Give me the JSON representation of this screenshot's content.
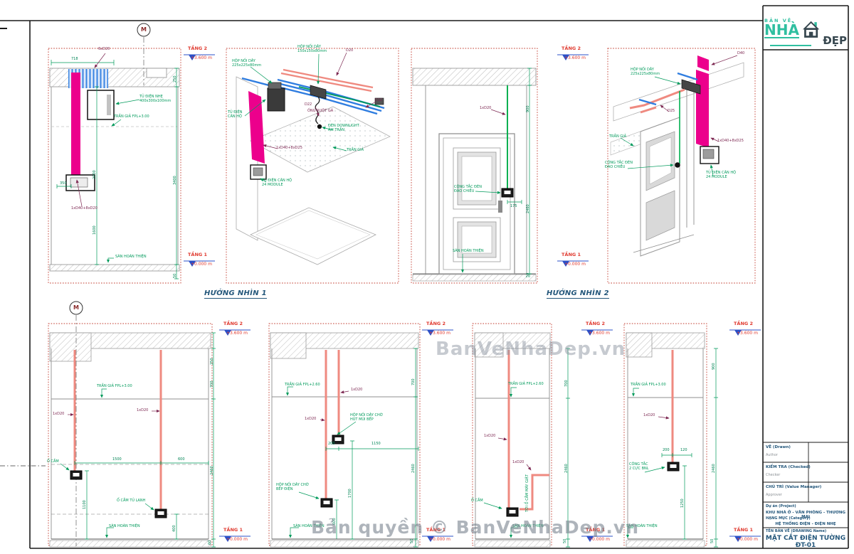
{
  "sheet": {
    "logo": {
      "brand_top": "BẢN VẼ",
      "brand_main": "NHÀ",
      "brand_suffix": "ĐẸP"
    },
    "watermark_center": "BanVeNhaDep.vn",
    "watermark_bottom": "Bản quyền © BanVeNhaDep.vn"
  },
  "views": {
    "v1": "HƯỚNG NHÌN 1",
    "v2": "HƯỚNG NHÌN 2"
  },
  "levels": {
    "t2": "TẦNG 2",
    "t2_elev": "+3.600 m",
    "t1": "TẦNG 1",
    "t1_elev": "+0.000 m"
  },
  "grid_marker": "M",
  "colors": {
    "magenta": "#ec008c",
    "salmon": "#ef8a80",
    "cable_blue": "#2f7de0",
    "annotation_green": "#009a5b",
    "conduit_maroon": "#7d2852",
    "level_red": "#e03a2f",
    "level_blue": "#2b50c8",
    "border_red": "#c23b2e",
    "title_navy": "#24577b",
    "logo_teal": "#2fbfa0"
  },
  "panel_a": {
    "dim_top": "718",
    "cable": "6xD20",
    "cabinet": "TỦ ĐIỆN NHẸ\n400x300x100mm",
    "ceiling": "TRẦN GIẢ FPL+3.00",
    "riser": "1xD40+8xD20",
    "dim_350": "350",
    "dim_2000": "2000",
    "dim_1600": "1600",
    "dim_250": "250",
    "dim_3400": "3400",
    "dim_50": "50",
    "floor": "SÀN HOÀN THIỆN"
  },
  "panel_b": {
    "box1": "HỘP NỐI DÂY\n225x225x80mm",
    "box2": "HỘP NỐI DÂY\n150x150x80mm",
    "d20": "D20",
    "d22a": "D22",
    "d22b": "D22",
    "conduit": "ỐNG RUỘT GÀ",
    "downlight": "ĐÈN DOWNLIGHT\nÂM TRẦN",
    "ceiling": "TRẦN GIẢ",
    "cabinet": "TỦ ĐIỆN\nCĂN HỘ",
    "riser": "1xD40+8xD25",
    "apartment_db": "TỦ ĐIỆN CĂN HỘ\n24 MODULE"
  },
  "panel_c": {
    "conduit": "1xD20",
    "switch": "CÔNG TẮC ĐÈN\nĐẢO CHIỀU",
    "dim_175": "175",
    "floor": "SÀN HOÀN THIỆN",
    "dim_900": "900",
    "dim_2460": "2460",
    "dim_50": "50"
  },
  "panel_d": {
    "box": "HỘP NỐI DÂY\n225x225x80mm",
    "d40": "D40",
    "d25": "D25",
    "ceiling": "TRẦN GIẢ",
    "switch": "CÔNG TẮC ĐÈN\nĐẢO CHIỀU",
    "riser": "1xD40+8xD25",
    "apartment_db": "TỦ ĐIỆN CĂN HỘ\n24 MODULE"
  },
  "panel_e": {
    "ceiling": "TRẦN GIẢ FPL+3.00",
    "c1": "1xD20",
    "c2": "1xD20",
    "socket": "Ổ CẮM",
    "socket_fridge": "Ổ CẮM TỦ LẠNH",
    "floor": "SÀN HOÀN THIỆN",
    "dim_1500": "1500",
    "dim_600": "600",
    "dim_1100": "1100",
    "dim_400": "400",
    "dim_250": "250",
    "dim_700": "700",
    "dim_2460": "2460",
    "dim_60": "60"
  },
  "panel_f": {
    "ceiling": "TRẦN GIẢ FPL+2.60",
    "c1": "1xD20",
    "c2": "1xD20",
    "box_hood": "HỘP NỐI DÂY CHỜ\nHÚT MÙI BẾP",
    "box_stove": "HỘP NỐI DÂY CHỜ\nBẾP ĐIỆN",
    "floor": "SÀN HOÀN THIỆN",
    "dim_200": "200",
    "dim_1150": "1150",
    "dim_1700": "1700",
    "dim_600": "600",
    "dim_700": "700",
    "dim_2460": "2460",
    "dim_50": "50"
  },
  "panel_g": {
    "ceiling": "TRẦN GIẢ FPL+2.60",
    "c1": "1xD20",
    "c2": "1xD20",
    "socket": "Ổ CẮM",
    "to_washer": "TỚI Ổ CẮM MÁY GIẶT",
    "floor": "SÀN HOÀN THIỆN",
    "dim_700": "700",
    "dim_2460": "2460",
    "dim_50": "50"
  },
  "panel_h": {
    "ceiling": "TRẦN GIẢ FPL+3.00",
    "c1": "1xD20",
    "switch": "CÔNG TẮC\n2 CỰC BNL",
    "floor": "SÀN HOÀN THIỆN",
    "dim_200": "200",
    "dim_120": "120",
    "dim_1250": "1250",
    "dim_900": "900",
    "dim_2460": "2460",
    "dim_50": "50"
  },
  "titleblock": {
    "rows": [
      {
        "vi": "VẼ (Drawn)",
        "en": "Author"
      },
      {
        "vi": "KIỂM TRA (Checked)",
        "en": "Checker"
      },
      {
        "vi": "CHỦ TRÌ (Value Manager)",
        "en": "Approver"
      }
    ],
    "project_label": "Dự án (Project)",
    "project_name": "KHU NHÀ Ở - VĂN PHÒNG - THƯƠNG MẠI",
    "category_label": "HẠNG MỤC (Category)",
    "category_name": "HỆ THỐNG ĐIỆN - ĐIỆN NHẸ",
    "drawing_label": "TÊN BẢN VẼ (DRAWING Name)",
    "drawing_name": "MẶT CẮT ĐIỆN TƯỜNG ĐT-01"
  }
}
